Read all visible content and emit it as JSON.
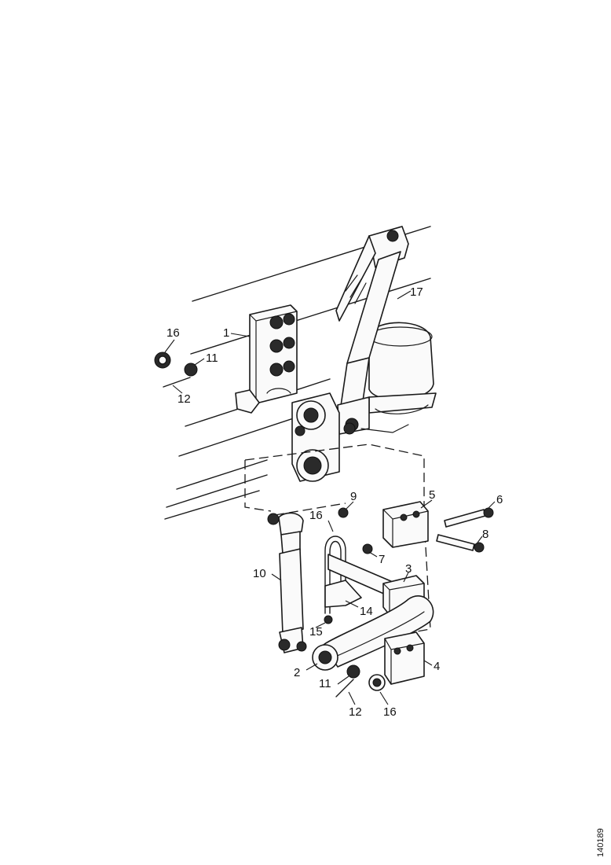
{
  "callouts": {
    "c1": "1",
    "c2": "2",
    "c3": "3",
    "c4": "4",
    "c5": "5",
    "c6": "6",
    "c7": "7",
    "c8": "8",
    "c9": "9",
    "c10": "10",
    "c11a": "11",
    "c11b": "11",
    "c12a": "12",
    "c12b": "12",
    "c14": "14",
    "c15": "15",
    "c16a": "16",
    "c16b": "16",
    "c16c": "16",
    "c17": "17"
  },
  "drawing_code": "140189"
}
